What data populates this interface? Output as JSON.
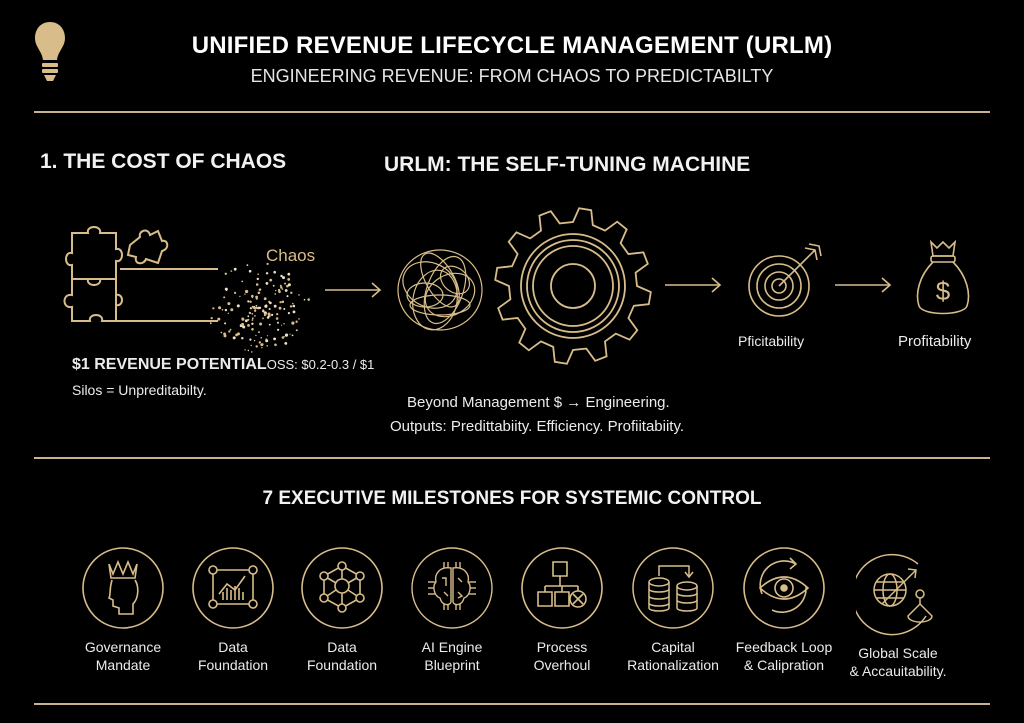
{
  "header": {
    "title": "UNIFIED REVENUE LIFECYCLE MANAGEMENT (URLM)",
    "subtitle": "ENGINEERING REVENUE: FROM CHAOS TO PREDICTABILTY",
    "icon": "lightbulb-icon"
  },
  "colors": {
    "accent": "#d8bd8a",
    "background": "#000000",
    "text": "#ffffff",
    "divider": "#c9b38a"
  },
  "cost_section": {
    "heading": "1. THE COST OF CHAOS",
    "chaos_label": "Chaos",
    "potential_label": "$1 REVENUE POTENTIAL",
    "loss_label": "OSS: $0.2-0.3 / $1",
    "silos_label": "Silos = Unpreditabilty."
  },
  "machine_section": {
    "heading": "URLM: THE SELF-TUNING MACHINE",
    "target_label": "Pficitability",
    "bag_label": "Profitability",
    "line1": "Beyond Management $ → Engineering.",
    "line2": "Outputs: Predittabiity. Efficiency. Profiitabiity."
  },
  "milestones": {
    "heading": "7 EXECUTIVE MILESTONES FOR SYSTEMIC CONTROL",
    "items": [
      {
        "line1": "Governance",
        "line2": "Mandate",
        "icon": "crowned-head-icon"
      },
      {
        "line1": "Data",
        "line2": "Foundation",
        "icon": "chart-board-icon"
      },
      {
        "line1": "Data",
        "line2": "Foundation",
        "icon": "network-nodes-icon"
      },
      {
        "line1": "AI Engine",
        "line2": "Blueprint",
        "icon": "ai-brain-chip-icon"
      },
      {
        "line1": "Process",
        "line2": "Overhoul",
        "icon": "flowchart-icon"
      },
      {
        "line1": "Capital",
        "line2": "Rationalization",
        "icon": "coin-stacks-icon"
      },
      {
        "line1": "Feedback Loop",
        "line2": "& Calipration",
        "icon": "eye-cycle-icon"
      },
      {
        "line1": "Global Scale",
        "line2": "& Accauitability.",
        "icon": "globe-scale-icon"
      }
    ]
  }
}
